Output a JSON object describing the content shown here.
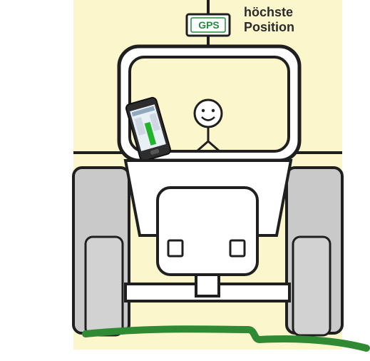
{
  "diagram": {
    "gps_label": "GPS",
    "caption_line1": "höchste",
    "caption_line2": "Position",
    "colors": {
      "background": "#fbf6cc",
      "line": "#1f1f1f",
      "tire": "#c9c9c9",
      "ground": "#2f8a33",
      "gps_text": "#1f8f3a"
    },
    "icons": [
      "gps-receiver-icon",
      "smartphone-icon",
      "driver-smiley-icon",
      "tractor-icon",
      "ground-line-icon"
    ]
  }
}
